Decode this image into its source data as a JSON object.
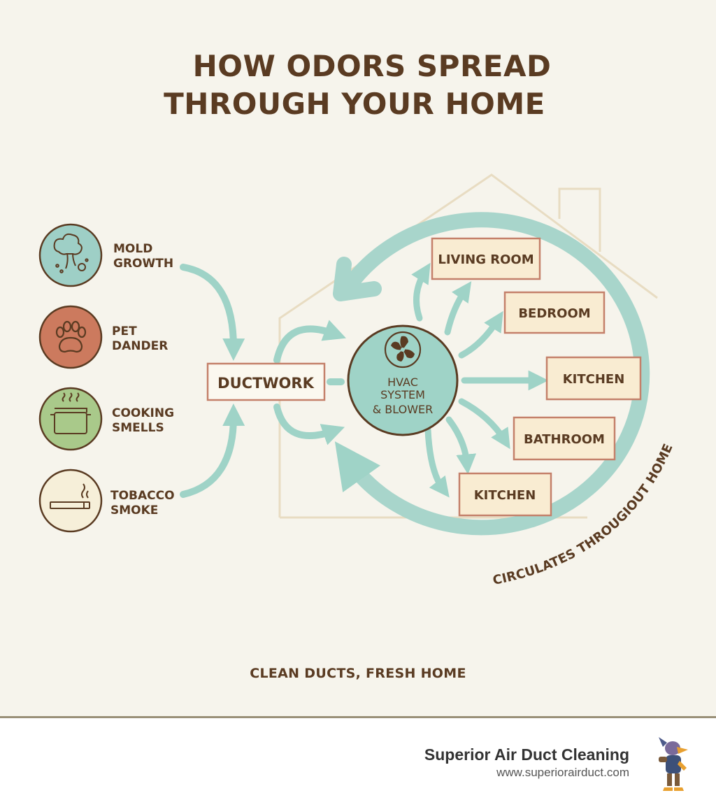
{
  "title": {
    "line1": "HOW ODORS SPREAD",
    "line2": "THROUGH YOUR HOME"
  },
  "sources": [
    {
      "line1": "MOLD",
      "line2": "GROWTH",
      "icon": "mold-icon",
      "color": "#9ecfc6"
    },
    {
      "line1": "PET",
      "line2": "DANDER",
      "icon": "paw-icon",
      "color": "#cc7a5e"
    },
    {
      "line1": "COOKING",
      "line2": "SMELLS",
      "icon": "cooking-pot-icon",
      "color": "#a9c98a"
    },
    {
      "line1": "TOBACCO",
      "line2": "SMOKE",
      "icon": "cigarette-icon",
      "color": "#f6efd9"
    }
  ],
  "ductwork": {
    "label": "DUCTWORK"
  },
  "hvac": {
    "line1": "HVAC",
    "line2": "SYSTEM",
    "line3": "& BLOWER",
    "icon": "fan-icon"
  },
  "rooms": [
    {
      "label": "LIVING ROOM"
    },
    {
      "label": "BEDROOM"
    },
    {
      "label": "KITCHEN"
    },
    {
      "label": "BATHROOM"
    },
    {
      "label": "KITCHEN"
    }
  ],
  "circulation_label": "CIRCULATES THROUGIOUT HOME",
  "tagline": "CLEAN DUCTS, FRESH HOME",
  "footer": {
    "brand": "Superior Air Duct Cleaning",
    "url": "www.superiorairduct.com"
  },
  "colors": {
    "background": "#f6f4ec",
    "brown": "#5a3b22",
    "teal": "#9fd3c7",
    "room_fill": "#f9ecd2",
    "room_border": "#c4806a",
    "house_outline": "#e8dcc2"
  }
}
